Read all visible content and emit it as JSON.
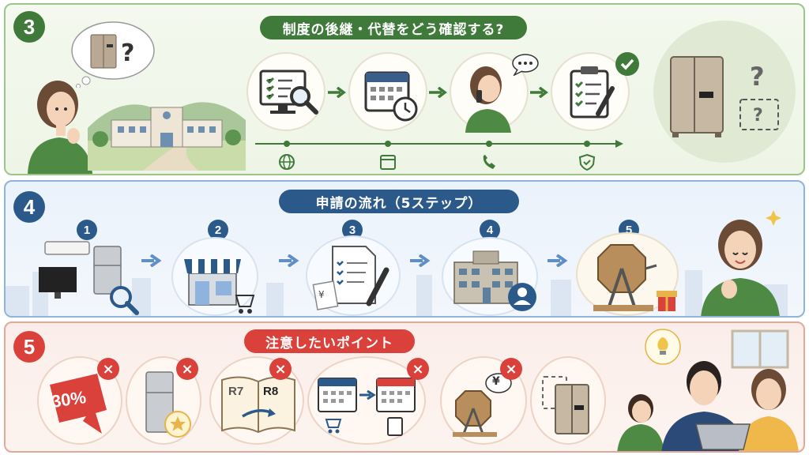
{
  "section3": {
    "number": "3",
    "title": "制度の後継・代替をどう確認する?",
    "question_mark": "?",
    "steps": [
      {
        "icon": "monitor-search-icon"
      },
      {
        "icon": "calendar-clock-icon"
      },
      {
        "icon": "phone-call-icon"
      },
      {
        "icon": "clipboard-check-icon"
      }
    ],
    "timeline_icons": [
      "globe-icon",
      "calendar-icon",
      "phone-icon",
      "shield-check-icon"
    ]
  },
  "section4": {
    "number": "4",
    "title": "申請の流れ（5ステップ）",
    "steps": [
      {
        "num": "1",
        "icon": "appliances-icon"
      },
      {
        "num": "2",
        "icon": "store-icon"
      },
      {
        "num": "3",
        "icon": "application-form-icon"
      },
      {
        "num": "4",
        "icon": "office-building-icon"
      },
      {
        "num": "5",
        "icon": "lottery-drum-icon"
      }
    ],
    "receipt_symbol": "¥"
  },
  "section5": {
    "number": "5",
    "title": "注意したいポイント",
    "items": [
      {
        "label": "30%",
        "icon": "discount-down-icon"
      },
      {
        "icon": "fridge-star-icon"
      },
      {
        "from": "R7",
        "to": "R8",
        "icon": "book-year-icon"
      },
      {
        "icon": "calendar-transfer-icon"
      },
      {
        "icon": "lottery-yen-icon",
        "symbol": "¥"
      },
      {
        "icon": "safe-icon"
      }
    ],
    "x_symbol": "×"
  },
  "colors": {
    "green": "#3f7a3a",
    "blue": "#2b5a8a",
    "red": "#d9413a",
    "section3_border": "#9cc58a",
    "section4_border": "#8fb3dd",
    "section5_border": "#e2a89a"
  }
}
